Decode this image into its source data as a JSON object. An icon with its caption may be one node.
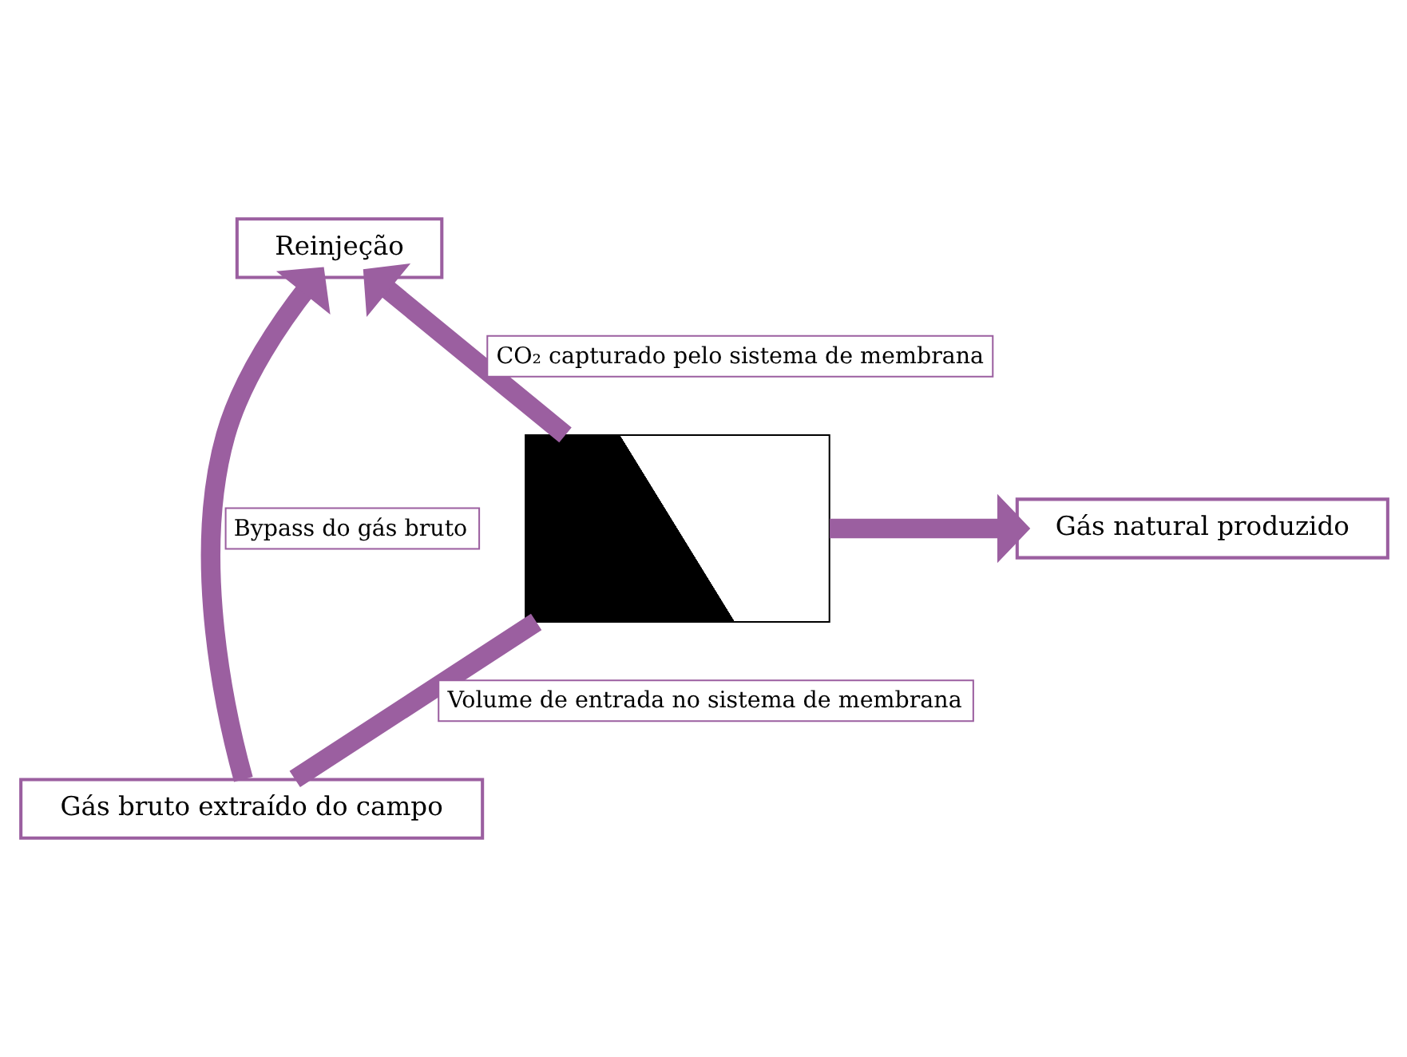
{
  "diagram": {
    "nodes": [
      {
        "text": [
          "Reinjeção"
        ]
      },
      {
        "text": [],
        "shape": "box"
      },
      {
        "text": [
          "Gás natural produzido"
        ]
      },
      {
        "text": [
          "Gás bruto extraído do campo"
        ]
      }
    ],
    "edges": [
      {
        "from": 3,
        "to": 0,
        "arrow": "to",
        "label": "Bypass do gás bruto"
      },
      {
        "from": 3,
        "to": 1,
        "arrow": "none",
        "label": "Volume de entrada no sistema de membrana"
      },
      {
        "from": 1,
        "to": 0,
        "arrow": "to",
        "label": "CO₂ capturado pelo sistema de membrana"
      },
      {
        "from": 1,
        "to": 2,
        "arrow": "to"
      }
    ]
  }
}
